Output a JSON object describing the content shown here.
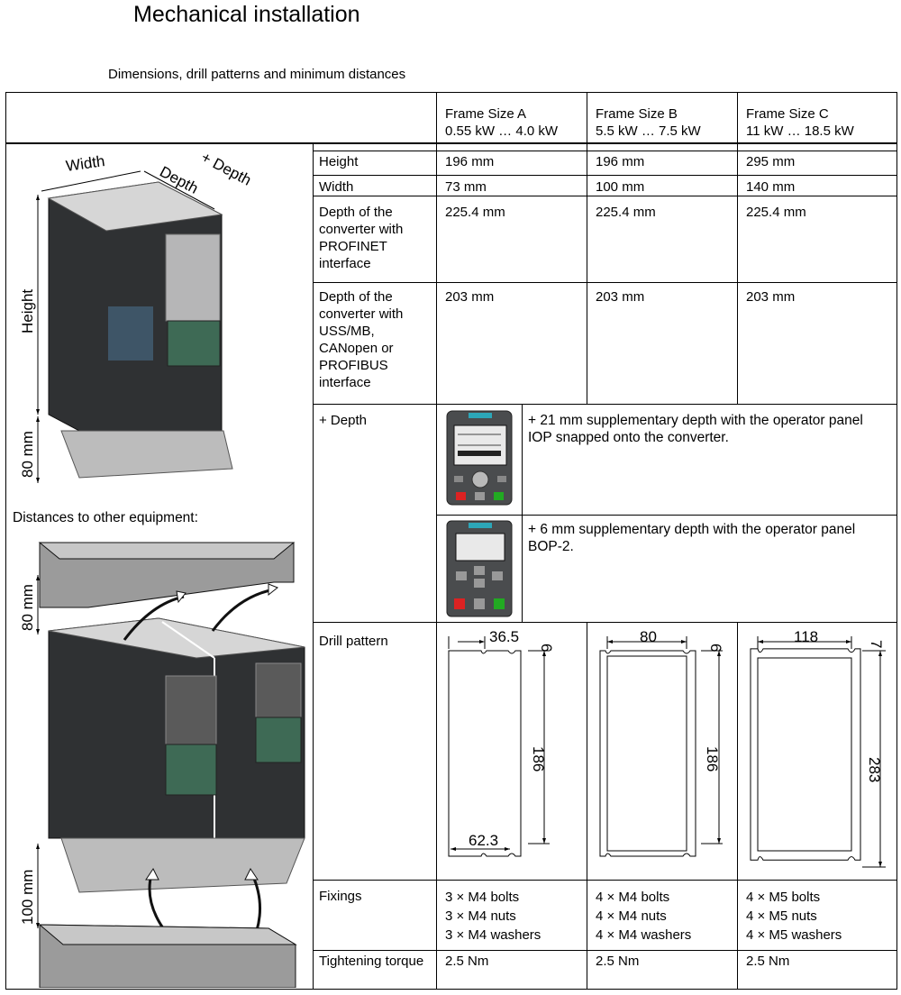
{
  "page_title": "Mechanical installation",
  "subtitle": "Dimensions, drill patterns and minimum distances",
  "columns": [
    {
      "title": "Frame Size A",
      "power": "0.55 kW … 4.0 kW"
    },
    {
      "title": "Frame Size B",
      "power": "5.5 kW … 7.5 kW"
    },
    {
      "title": "Frame Size C",
      "power": "11 kW … 18.5 kW"
    }
  ],
  "rows": {
    "height": {
      "label": "Height",
      "values": [
        "196 mm",
        "196 mm",
        "295 mm"
      ]
    },
    "width": {
      "label": "Width",
      "values": [
        "73 mm",
        "100 mm",
        "140 mm"
      ]
    },
    "depth_profinet": {
      "label": "Depth of the converter with PROFINET interface",
      "values": [
        "225.4 mm",
        "225.4 mm",
        "225.4 mm"
      ]
    },
    "depth_other": {
      "label": "Depth of the converter with USS/MB, CANopen or PROFIBUS interface",
      "values": [
        "203 mm",
        "203 mm",
        "203 mm"
      ]
    },
    "plus_depth": {
      "label": "+ Depth",
      "iop_text": "+ 21 mm supplementary depth with the operator panel IOP snapped onto the converter.",
      "bop_text": "+ 6 mm supplementary depth with the operator panel BOP-2."
    },
    "drill_pattern": {
      "label": "Drill pattern",
      "a": {
        "top": "36.5",
        "margin": "6",
        "height": "186",
        "bottom": "62.3"
      },
      "b": {
        "top": "80",
        "margin": "6",
        "height": "186"
      },
      "c": {
        "top": "118",
        "margin": "7",
        "height": "283"
      }
    },
    "fixings": {
      "label": "Fixings",
      "values": [
        [
          "3 × M4 bolts",
          "3 × M4 nuts",
          "3 × M4 washers"
        ],
        [
          "4 × M4 bolts",
          "4 × M4 nuts",
          "4 × M4 washers"
        ],
        [
          "4 × M5 bolts",
          "4 × M5 nuts",
          "4 × M5 washers"
        ]
      ]
    },
    "torque": {
      "label": "Tightening torque",
      "values": [
        "2.5 Nm",
        "2.5 Nm",
        "2.5 Nm"
      ]
    }
  },
  "illustration": {
    "width_label": "Width",
    "depth_label": "Depth",
    "plus_depth_label": "+ Depth",
    "height_label": "Height",
    "bottom_gap": "80 mm",
    "distances_label": "Distances to other equipment:",
    "top_clearance": "80 mm",
    "bottom_clearance": "100 mm"
  }
}
